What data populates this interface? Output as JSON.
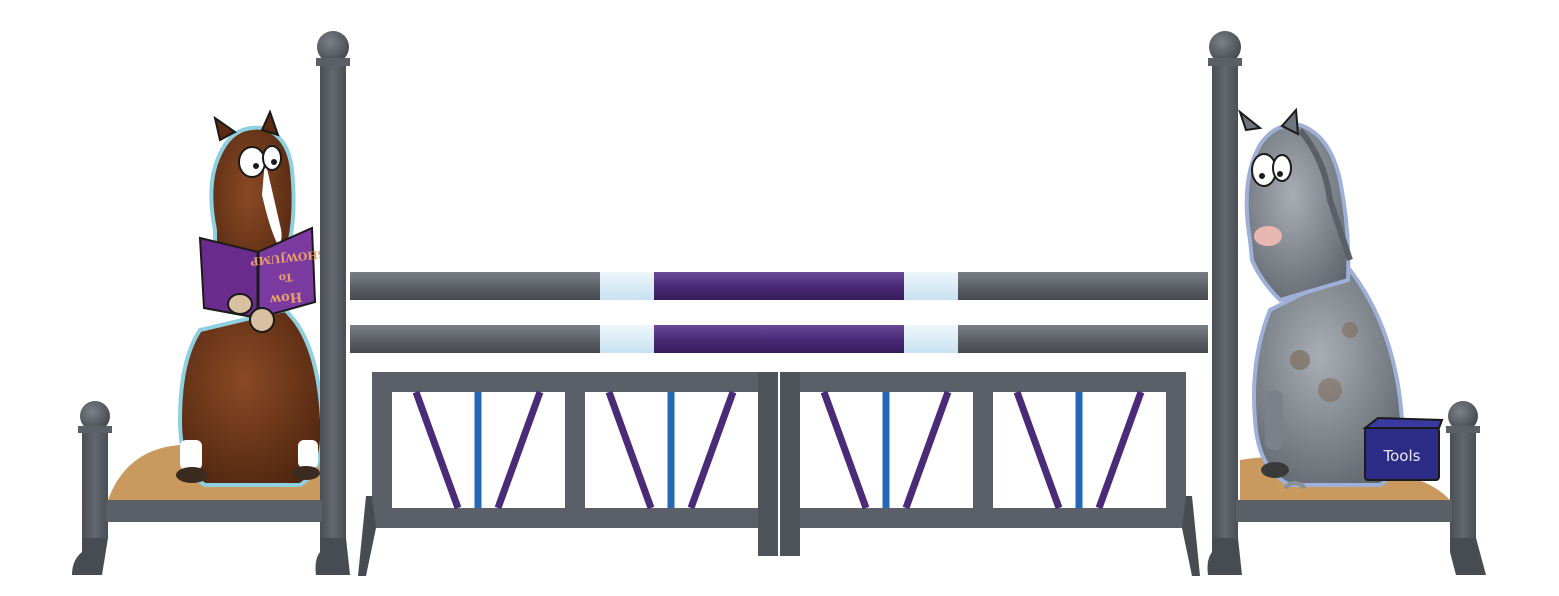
{
  "book": {
    "title_line1": "How",
    "title_line2": "To",
    "title_line3": "SHOWJUMP"
  },
  "toolbox": {
    "label": "Tools"
  },
  "colors": {
    "frame_gray": "#5b6068",
    "frame_dark": "#474b52",
    "pole_gray": "#5e6268",
    "pole_light": "#dbeef8",
    "pole_purple": "#4b2a78",
    "slat_purple": "#4b2a78",
    "slat_blue": "#2468b4",
    "horse_brown": "#6b3418",
    "horse_gray": "#8f959c",
    "book_purple": "#6a2c8c",
    "toolbox_blue": "#2c2b86",
    "ground": "#c9995e"
  },
  "icons": {
    "left_wing": "horse-reading-book-wing",
    "right_wing": "gray-horse-toolbox-wing",
    "poles": "striped-jump-poles",
    "gate": "slatted-filler-gate"
  }
}
